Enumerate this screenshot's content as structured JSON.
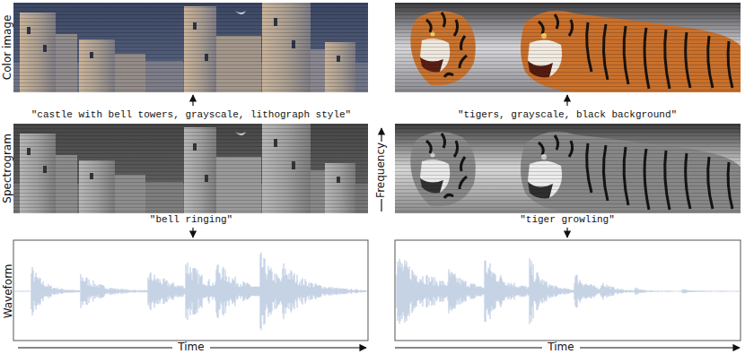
{
  "diagram": {
    "labels": [
      "Color image",
      "\"castle with bell towers, grayscale, lithograph style\"",
      "\"tigers, grayscale, black background\"",
      "Spectrogram",
      "Frequency",
      "\"bell ringing\"",
      "\"tiger growling\"",
      "Waveform",
      "Time",
      "Time"
    ]
  }
}
